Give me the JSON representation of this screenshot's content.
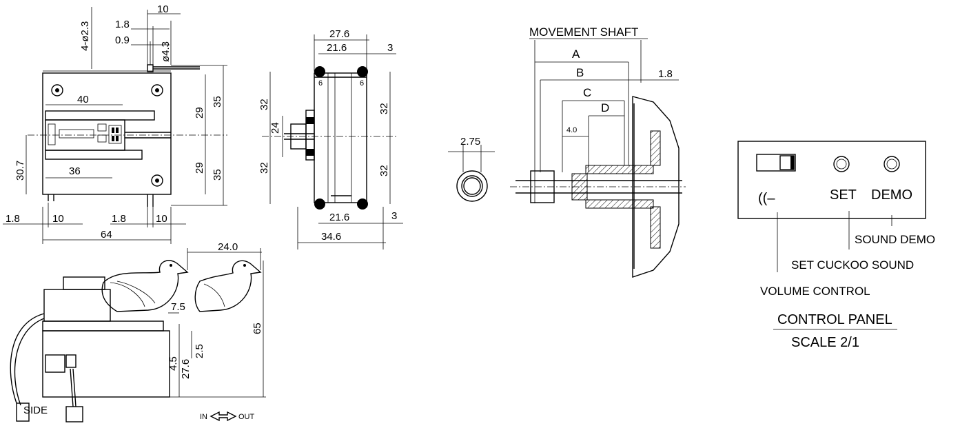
{
  "front_view": {
    "holes": "4-ø2.3",
    "top_width": "10",
    "offset_a": "1.8",
    "offset_b": "0.9",
    "shaft_dia": "ø4.3",
    "inner_w_top": "40",
    "inner_w_bottom": "36",
    "left_h": "30.7",
    "upper_h_a": "29",
    "upper_h_b": "35",
    "lower_h_a": "29",
    "lower_h_b": "35",
    "bl_a": "1.8",
    "bl_b": "10",
    "br_a": "1.8",
    "br_b": "10",
    "overall_w": "64"
  },
  "side_view": {
    "top_w": "27.6",
    "inner_top": "21.6",
    "top_off": "3",
    "corner_l": "6",
    "corner_r": "6",
    "left_up": "32",
    "left_low": "32",
    "mid": "24",
    "right_up": "32",
    "right_low": "32",
    "inner_bottom": "21.6",
    "bottom_off": "3",
    "bottom_w": "34.6"
  },
  "nut": {
    "dia": "2.75"
  },
  "section": {
    "title": "MOVEMENT SHAFT",
    "a": "A",
    "b": "B",
    "c": "C",
    "d": "D",
    "gap": "1.8",
    "d_val": "4.0"
  },
  "panel": {
    "set": "SET",
    "demo": "DEMO",
    "vol_symbol": "((–",
    "sound_demo": "SOUND DEMO",
    "set_cuckoo": "SET CUCKOO SOUND",
    "volume": "VOLUME CONTROL",
    "caption": "CONTROL PANEL",
    "scale": "SCALE 2/1"
  },
  "bird_view": {
    "move": "24.0",
    "h7": "7.5",
    "h65": "65",
    "h45": "4.5",
    "h276": "27.6",
    "h25": "2.5",
    "side": "SIDE",
    "in": "IN",
    "out": "OUT"
  }
}
